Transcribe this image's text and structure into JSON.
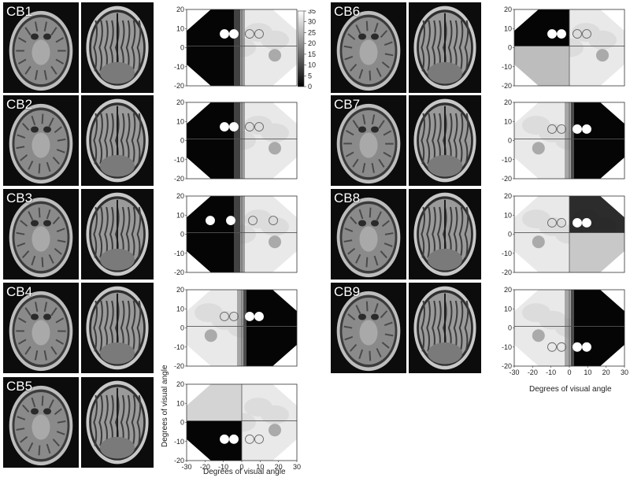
{
  "cases": [
    {
      "id": "CB1",
      "blind": "left"
    },
    {
      "id": "CB2",
      "blind": "left"
    },
    {
      "id": "CB3",
      "blind": "left"
    },
    {
      "id": "CB4",
      "blind": "right"
    },
    {
      "id": "CB5",
      "blind": "lower-left"
    },
    {
      "id": "CB6",
      "blind": "upper-left"
    },
    {
      "id": "CB7",
      "blind": "right"
    },
    {
      "id": "CB8",
      "blind": "upper-right"
    },
    {
      "id": "CB9",
      "blind": "right"
    }
  ],
  "axes": {
    "x_ticks": [
      "-30",
      "-20",
      "-10",
      "0",
      "10",
      "20",
      "30"
    ],
    "y_ticks": [
      "20",
      "10",
      "0",
      "-10",
      "-20"
    ],
    "x_label": "Degrees of visual angle",
    "y_label": "Degrees of visual angle"
  },
  "colorbar": {
    "ticks": [
      "35",
      "30",
      "25",
      "20",
      "15",
      "10",
      "5",
      "0"
    ]
  }
}
